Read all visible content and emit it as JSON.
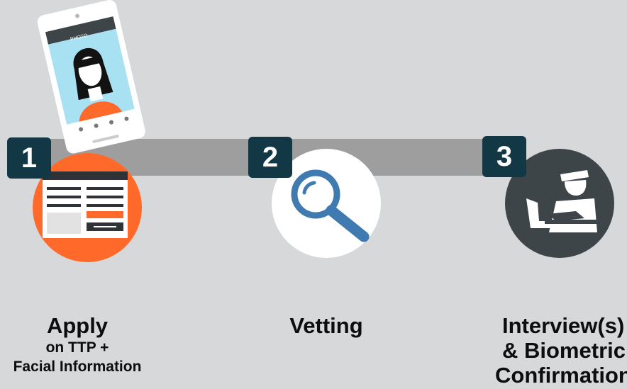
{
  "steps": [
    {
      "number": "1",
      "title": "Apply",
      "subtitle_1": "on TTP +",
      "subtitle_2": "Facial Information"
    },
    {
      "number": "2",
      "title": "Vetting"
    },
    {
      "number": "3",
      "title_1": "Interview(s)",
      "title_2": "& Biometric",
      "title_3": "Confirmation"
    }
  ],
  "phone": {
    "header_text": "PHOTO"
  },
  "colors": {
    "background": "#d6d8da",
    "track": "#9e9e9e",
    "badge": "#123846",
    "apply_circle": "#ff6a2b",
    "vetting_circle": "#ffffff",
    "interview_circle": "#3e4548",
    "search_icon": "#3f7ab0"
  }
}
